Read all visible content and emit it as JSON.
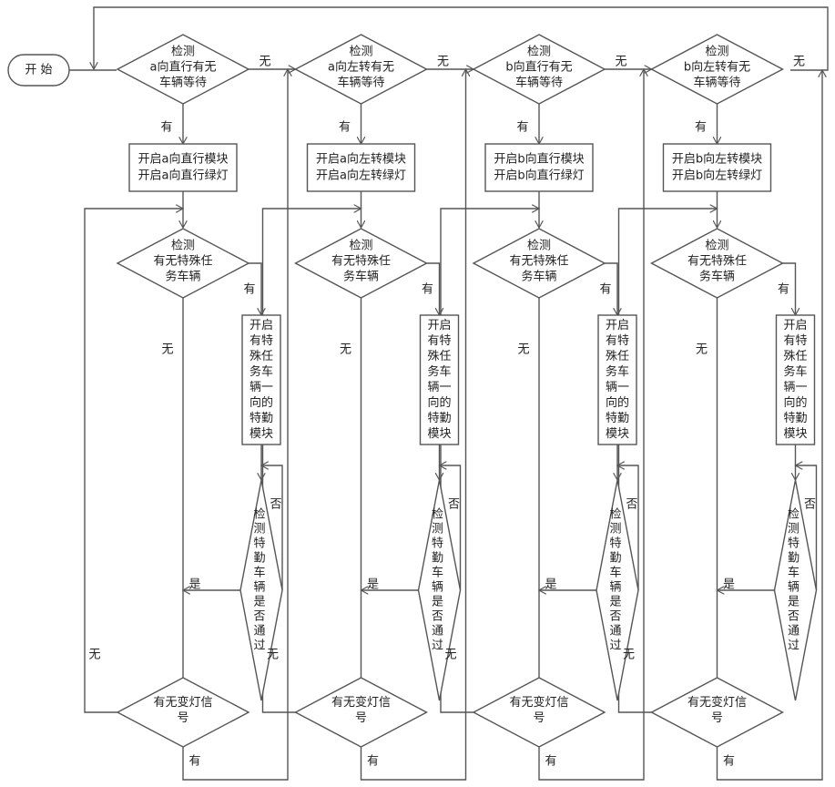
{
  "start_label": "开  始",
  "columns": [
    {
      "id": "a-straight",
      "wait_check": [
        "检测",
        "a向直行有无",
        "车辆等待"
      ],
      "module_box": [
        "开启a向直行模块",
        "开启a向直行绿灯"
      ],
      "special_check": [
        "检测",
        "有无特殊任",
        "务车辆"
      ],
      "special_module": [
        "开启",
        "有特",
        "殊任",
        "务车",
        "辆一",
        "向的",
        "特勤",
        "模块"
      ],
      "pass_check": [
        "检",
        "测",
        "特",
        "勤",
        "车",
        "辆",
        "是",
        "否",
        "通",
        "过"
      ],
      "signal_check": [
        "有无变灯信",
        "号"
      ]
    },
    {
      "id": "a-left",
      "wait_check": [
        "检测",
        "a向左转有无",
        "车辆等待"
      ],
      "module_box": [
        "开启a向左转模块",
        "开启a向左转绿灯"
      ],
      "special_check": [
        "检测",
        "有无特殊任",
        "务车辆"
      ],
      "special_module": [
        "开启",
        "有特",
        "殊任",
        "务车",
        "辆一",
        "向的",
        "特勤",
        "模块"
      ],
      "pass_check": [
        "检",
        "测",
        "特",
        "勤",
        "车",
        "辆",
        "是",
        "否",
        "通",
        "过"
      ],
      "signal_check": [
        "有无变灯信",
        "号"
      ]
    },
    {
      "id": "b-straight",
      "wait_check": [
        "检测",
        "b向直行有无",
        "车辆等待"
      ],
      "module_box": [
        "开启b向直行模块",
        "开启b向直行绿灯"
      ],
      "special_check": [
        "检测",
        "有无特殊任",
        "务车辆"
      ],
      "special_module": [
        "开启",
        "有特",
        "殊任",
        "务车",
        "辆一",
        "向的",
        "特勤",
        "模块"
      ],
      "pass_check": [
        "检",
        "测",
        "特",
        "勤",
        "车",
        "辆",
        "是",
        "否",
        "通",
        "过"
      ],
      "signal_check": [
        "有无变灯信",
        "号"
      ]
    },
    {
      "id": "b-left",
      "wait_check": [
        "检测",
        "b向左转有无",
        "车辆等待"
      ],
      "module_box": [
        "开启b向左转模块",
        "开启b向左转绿灯"
      ],
      "special_check": [
        "检测",
        "有无特殊任",
        "务车辆"
      ],
      "special_module": [
        "开启",
        "有特",
        "殊任",
        "务车",
        "辆一",
        "向的",
        "特勤",
        "模块"
      ],
      "pass_check": [
        "检",
        "测",
        "特",
        "勤",
        "车",
        "辆",
        "是",
        "否",
        "通",
        "过"
      ],
      "signal_check": [
        "有无变灯信",
        "号"
      ]
    }
  ],
  "edge_labels": {
    "yes": "有",
    "no": "无",
    "pass_yes": "是",
    "pass_no": "否"
  },
  "colors": {
    "line": "#555555",
    "text": "#222222",
    "background": "#ffffff"
  }
}
